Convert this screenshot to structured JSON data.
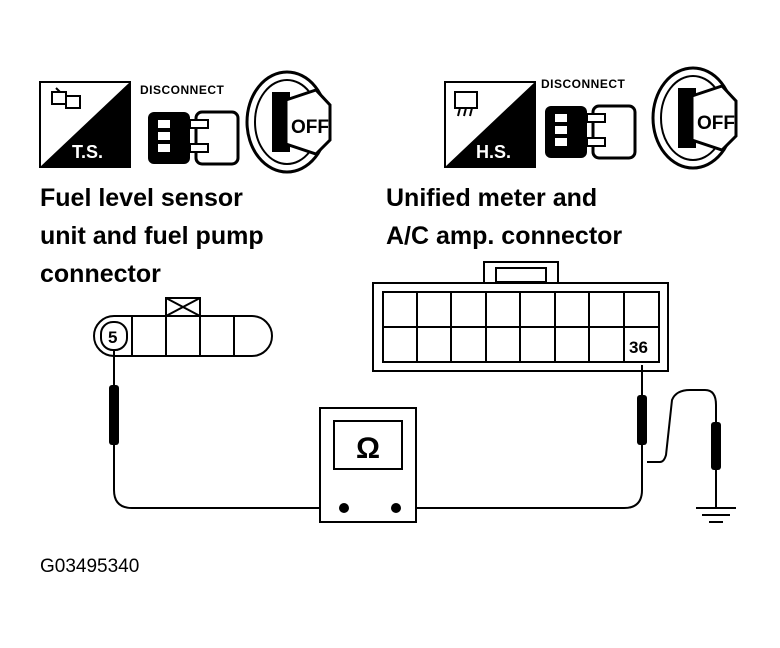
{
  "left_panel": {
    "badge": "T.S.",
    "disconnect": "DISCONNECT",
    "ignition": "OFF",
    "title_lines": [
      "Fuel level sensor",
      "unit and fuel pump",
      "connector"
    ],
    "terminal": "5"
  },
  "right_panel": {
    "badge": "H.S.",
    "disconnect": "DISCONNECT",
    "ignition": "OFF",
    "title_lines": [
      "Unified meter and",
      "A/C amp. connector"
    ],
    "terminal": "36"
  },
  "meter": {
    "symbol": "Ω"
  },
  "figure_id": "G03495340"
}
